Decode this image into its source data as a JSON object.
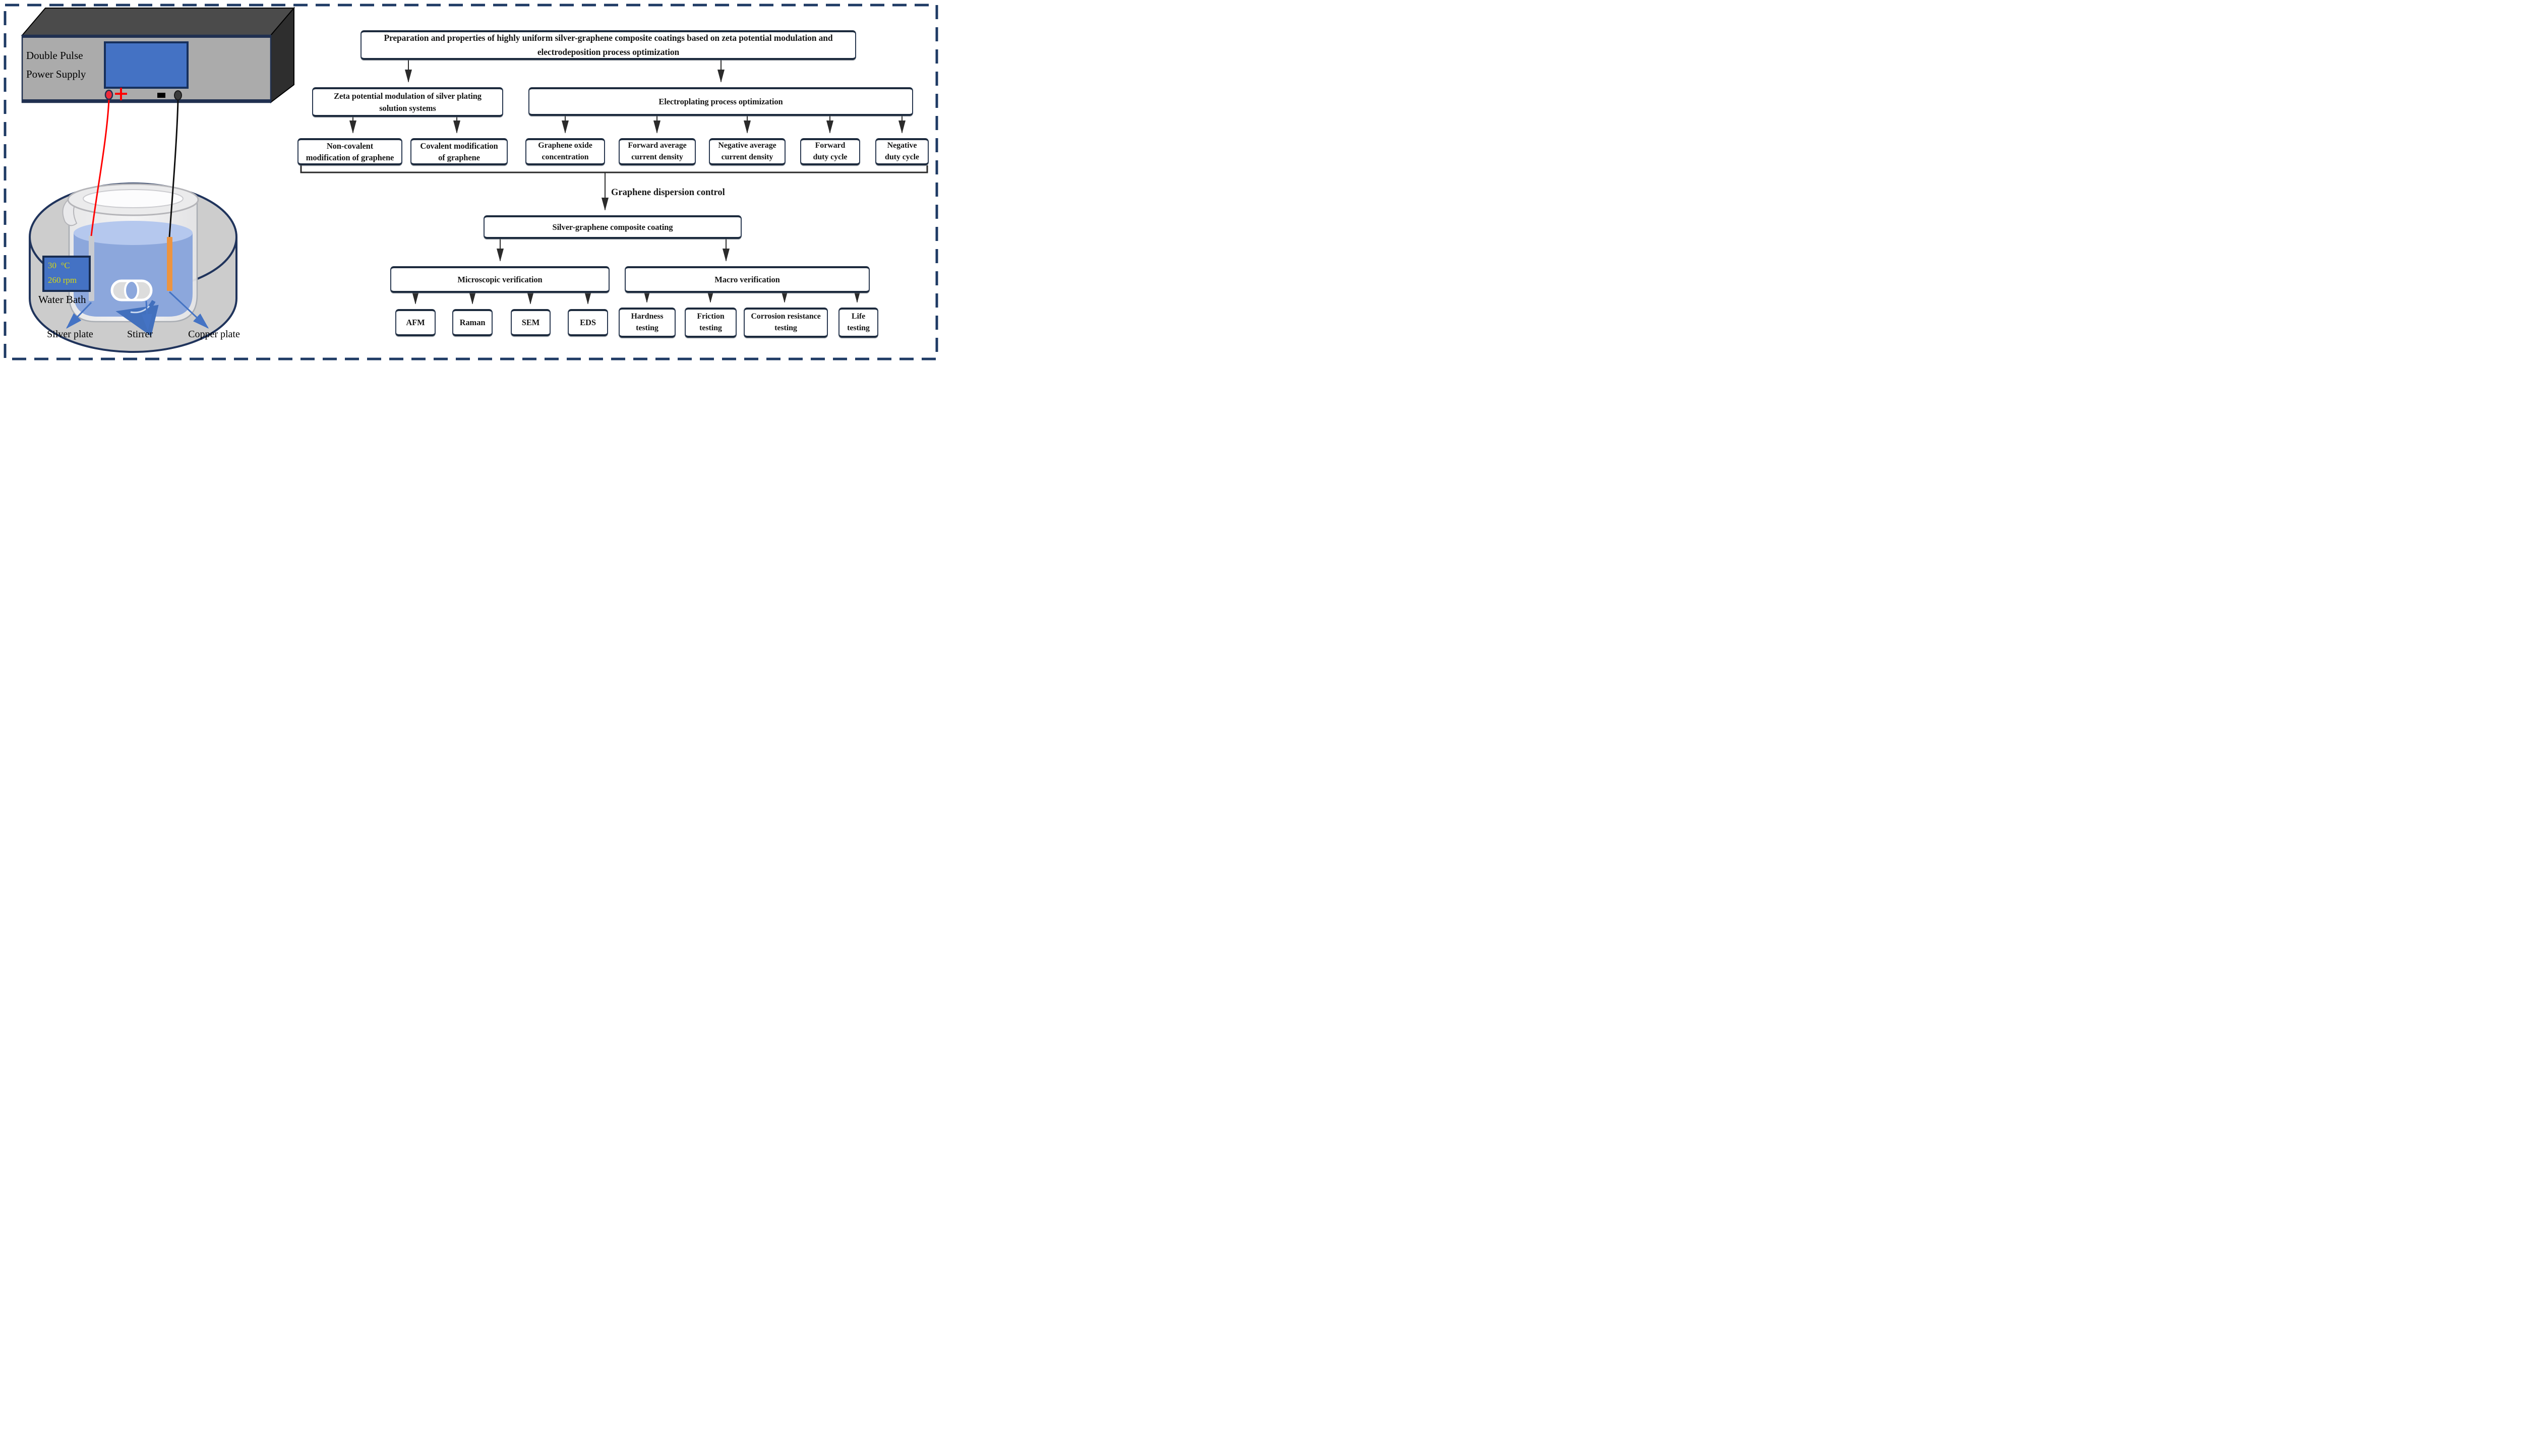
{
  "scene": {
    "power_supply": {
      "line1": "Double Pulse",
      "line2": "Power Supply",
      "plus_sign": "+",
      "minus_sign": "−"
    },
    "display": {
      "temperature": "30  °C",
      "speed": "260 rpm"
    },
    "water_bath_label": "Water Bath",
    "pointer_labels": {
      "silver": "Silver plate",
      "stirrer": "Stirrer",
      "copper": "Copper plate"
    },
    "colors": {
      "border_navy": "#1e3a64",
      "screen_blue": "#4472c4",
      "display_text_yellow": "#d6d812",
      "liquid_blue": "#8ca7dc",
      "liquid_surface": "#b5c8ee",
      "copper_plate_orange": "#ec9440",
      "silver_plate_gray": "#c8cbd1",
      "positive_wire_red": "#ff0202",
      "negative_wire_black": "#101010",
      "pointer_arrow_blue": "#4473c4",
      "bath_gray": "#cccccc"
    }
  },
  "flowchart": {
    "title": "Preparation and properties of highly uniform silver-graphene composite coatings based on zeta potential modulation and electrodeposition process optimization",
    "zeta": "Zeta potential modulation of silver plating solution systems",
    "electro": "Electroplating process optimization",
    "non_covalent": "Non-covalent modification of graphene",
    "covalent": "Covalent modification of graphene",
    "go_concentration": "Graphene oxide concentration",
    "forward_current": "Forward average current density",
    "negative_current": "Negative average current density",
    "forward_duty": "Forward duty cycle",
    "negative_duty": "Negative duty cycle",
    "dispersion_label": "Graphene dispersion control",
    "coating": "Silver-graphene composite coating",
    "micro": "Microscopic verification",
    "macro": "Macro verification",
    "afm": "AFM",
    "raman": "Raman",
    "sem": "SEM",
    "eds": "EDS",
    "hardness": "Hardness testing",
    "friction": "Friction testing",
    "corrosion": "Corrosion resistance testing",
    "life": "Life testing"
  }
}
